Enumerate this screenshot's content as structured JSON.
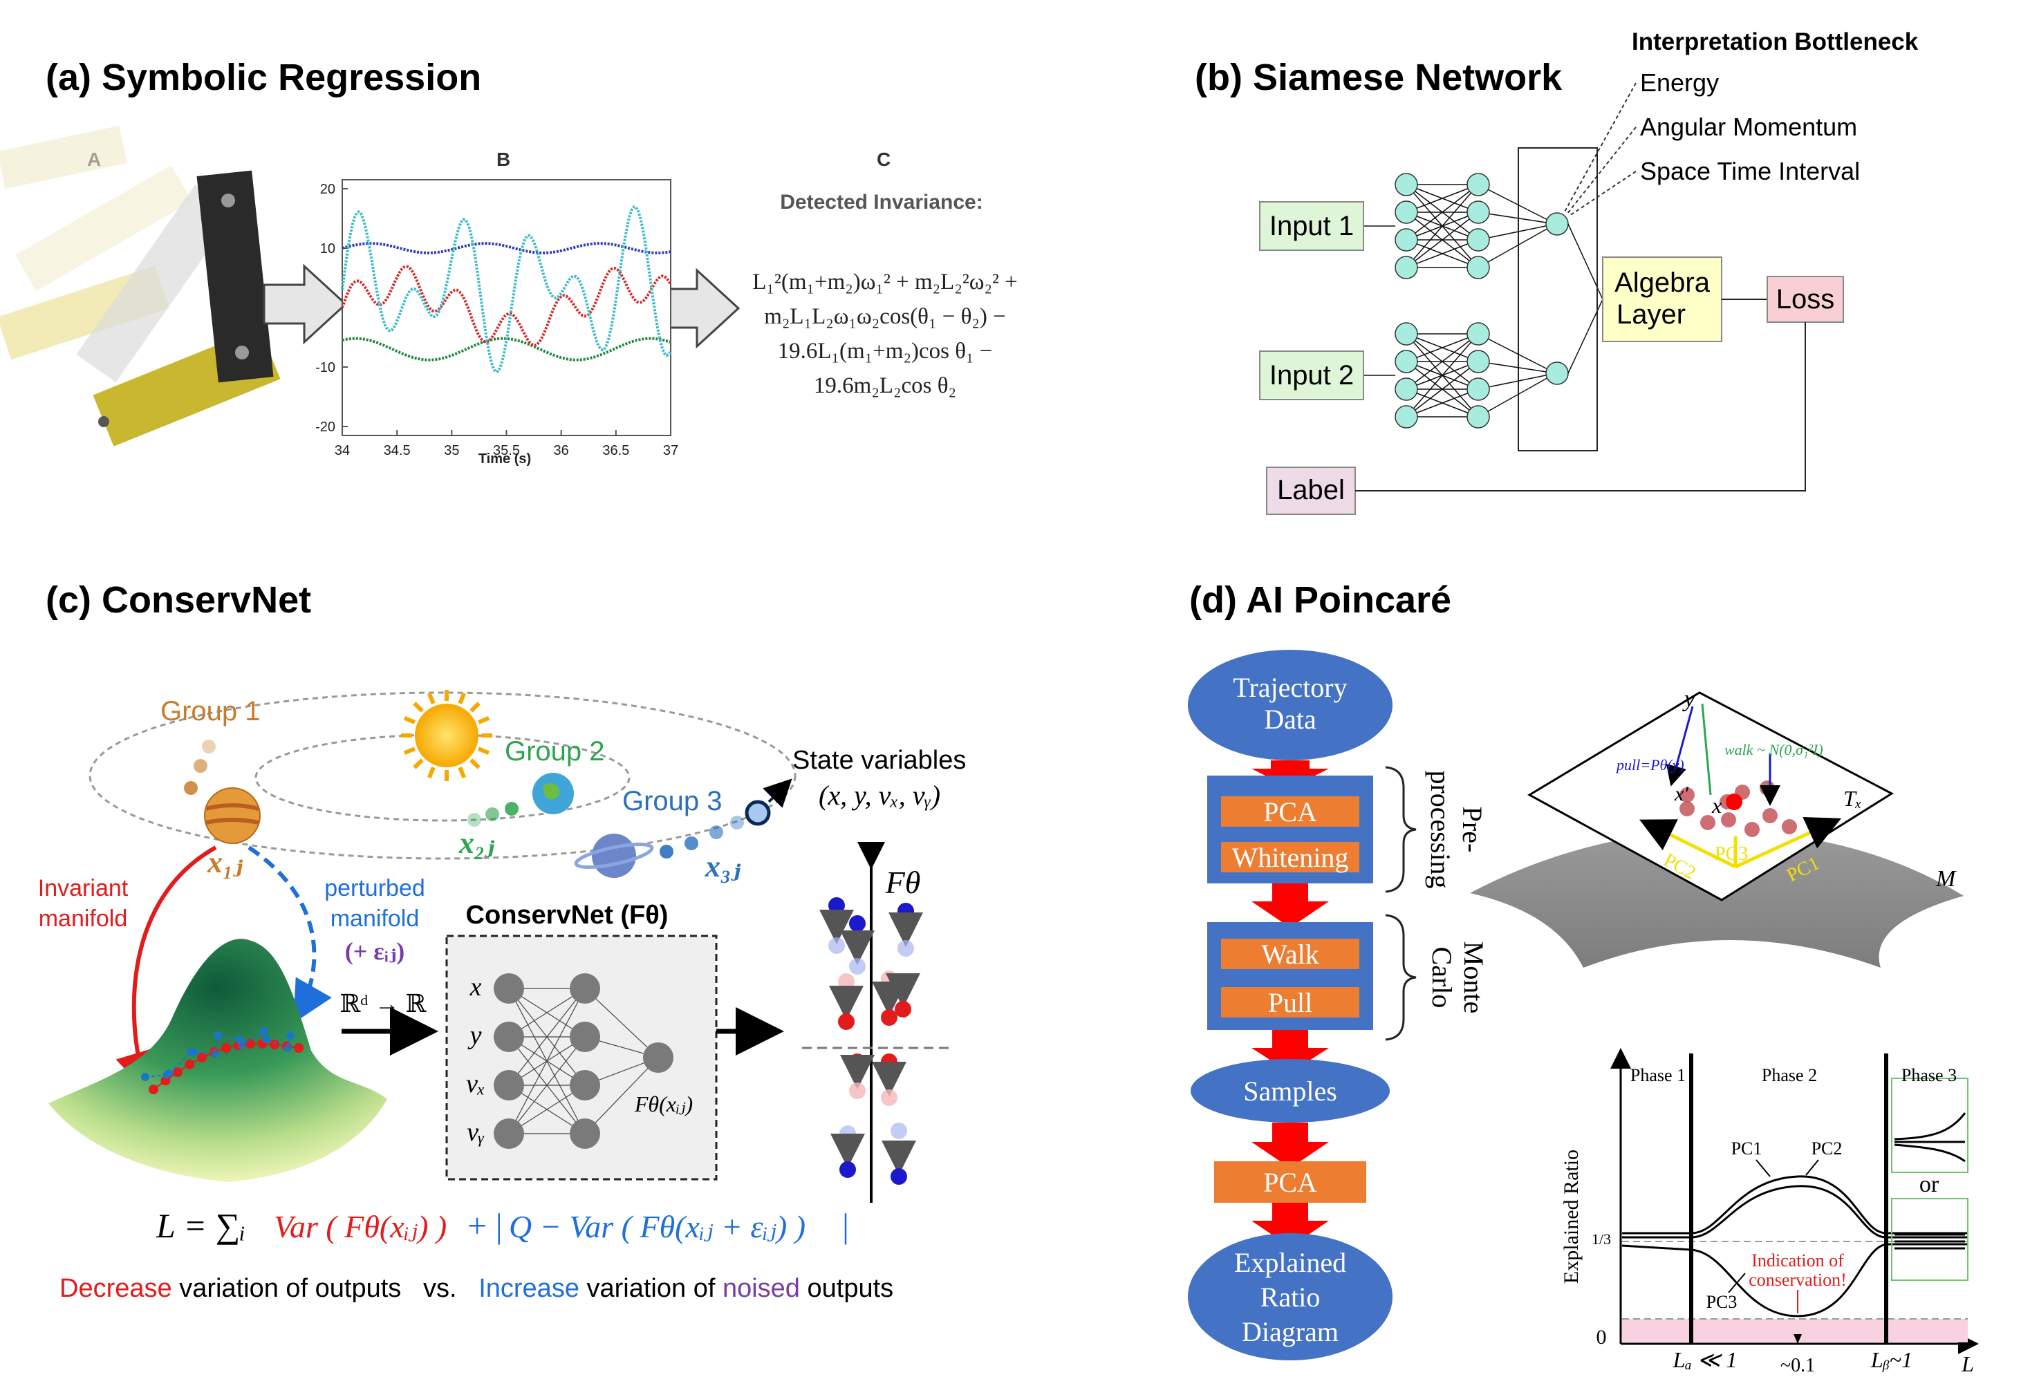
{
  "panels": {
    "a": {
      "title": "(a) Symbolic Regression",
      "sub_a": "A",
      "sub_b": "B",
      "sub_c": "C",
      "detected": "Detected Invariance:",
      "eq1": "L₁²(m₁+m₂)ω₁² + m₂L₂²ω₂² +",
      "eq2": "m₂L₁L₂ω₁ω₂cos(θ₁ − θ₂) −",
      "eq3": "19.6L₁(m₁+m₂)cos θ₁ −",
      "eq4": "19.6m₂L₂cos θ₂",
      "plot": {
        "xticks": [
          "34",
          "34.5",
          "35",
          "35.5",
          "36",
          "36.5",
          "37"
        ],
        "yticks": [
          "20",
          "10",
          "-10",
          "-20"
        ],
        "xlabel": "Time (s)",
        "colors": {
          "blue": "#2b3fb5",
          "green": "#1f8a3a",
          "red": "#d42a2a",
          "cyan": "#3bbcc8"
        }
      }
    },
    "b": {
      "title": "(b) Siamese Network",
      "bottleneck": "Interpretation Bottleneck",
      "energy": "Energy",
      "angular": "Angular Momentum",
      "spacetime": "Space Time Interval",
      "input1": "Input 1",
      "input2": "Input 2",
      "algebra1": "Algebra",
      "algebra2": "Layer",
      "loss": "Loss",
      "label": "Label",
      "colors": {
        "input": "#dff5d8",
        "algebra": "#ffffc8",
        "loss": "#f8d0d4",
        "label": "#eedbe8",
        "node": "#a8ecdf"
      }
    },
    "c": {
      "title": "(c) ConservNet",
      "group1": "Group 1",
      "group2": "Group 2",
      "group3": "Group 3",
      "x1": "x₁ⱼ",
      "x2": "x₂ⱼ",
      "x3": "x₃ⱼ",
      "state": "State variables",
      "state_vars": "(x, y, vₓ, vᵧ)",
      "invariant1": "Invariant",
      "invariant2": "manifold",
      "perturbed1": "perturbed",
      "perturbed2": "manifold",
      "perturbed3": "(+ εᵢⱼ)",
      "net_title": "ConservNet (Fθ)",
      "map": "ℝᵈ → ℝ",
      "in_x": "x",
      "in_y": "y",
      "in_vx": "vₓ",
      "in_vy": "vᵧ",
      "out": "Fθ(xᵢⱼ)",
      "ftheta": "Fθ",
      "loss_L": "L = ∑ᵢ",
      "loss_var1": "Var ( Fθ(xᵢⱼ) )",
      "loss_plus": "+ |",
      "loss_q": "Q − Var ( Fθ(xᵢⱼ + εᵢⱼ) )",
      "loss_end": "|",
      "caption_decrease": "Decrease",
      "caption_mid1": " variation of outputs   vs.   ",
      "caption_increase": "Increase",
      "caption_mid2": " variation of ",
      "caption_noised": "noised",
      "caption_end": " outputs",
      "colors": {
        "g1": "#c97b2a",
        "g2": "#2da44e",
        "g3": "#2b6fbf",
        "red": "#e21b1b",
        "blue": "#1e6fd9",
        "purple": "#7a3aa8"
      }
    },
    "d": {
      "title": "(d) AI Poincaré",
      "traj1": "Trajectory",
      "traj2": "Data",
      "pca": "PCA",
      "whitening": "Whitening",
      "walk": "Walk",
      "pull": "Pull",
      "samples": "Samples",
      "pca2": "PCA",
      "exp1": "Explained",
      "exp2": "Ratio",
      "exp3": "Diagram",
      "pre1": "Pre-",
      "pre2": "processing",
      "mc1": "Monte",
      "mc2": "Carlo",
      "manifold": {
        "y": "y",
        "x": "x",
        "xprime": "x'",
        "pull": "pull=Pθ(y)",
        "walk": "walk ~ N(0,σ₁²I)",
        "tx": "Tₓ",
        "m": "M",
        "pc1": "PC1",
        "pc2": "PC2",
        "pc3": "PC3"
      },
      "chart": {
        "phase1": "Phase 1",
        "phase2": "Phase 2",
        "phase3": "Phase 3",
        "pc1": "PC1",
        "pc2": "PC2",
        "pc3": "PC3",
        "ylabel": "Explained Ratio",
        "third": "1/3",
        "zero": "0",
        "or": "or",
        "indication1": "Indication of",
        "indication2": "conservation!",
        "la": "Lₐ ≪ 1",
        "lb": "Lᵦ~1",
        "approx": "~0.1",
        "L": "L"
      },
      "colors": {
        "oval": "#4472c4",
        "box": "#4472c4",
        "orange": "#ed7d31",
        "arrow": "#ff0000"
      }
    }
  }
}
